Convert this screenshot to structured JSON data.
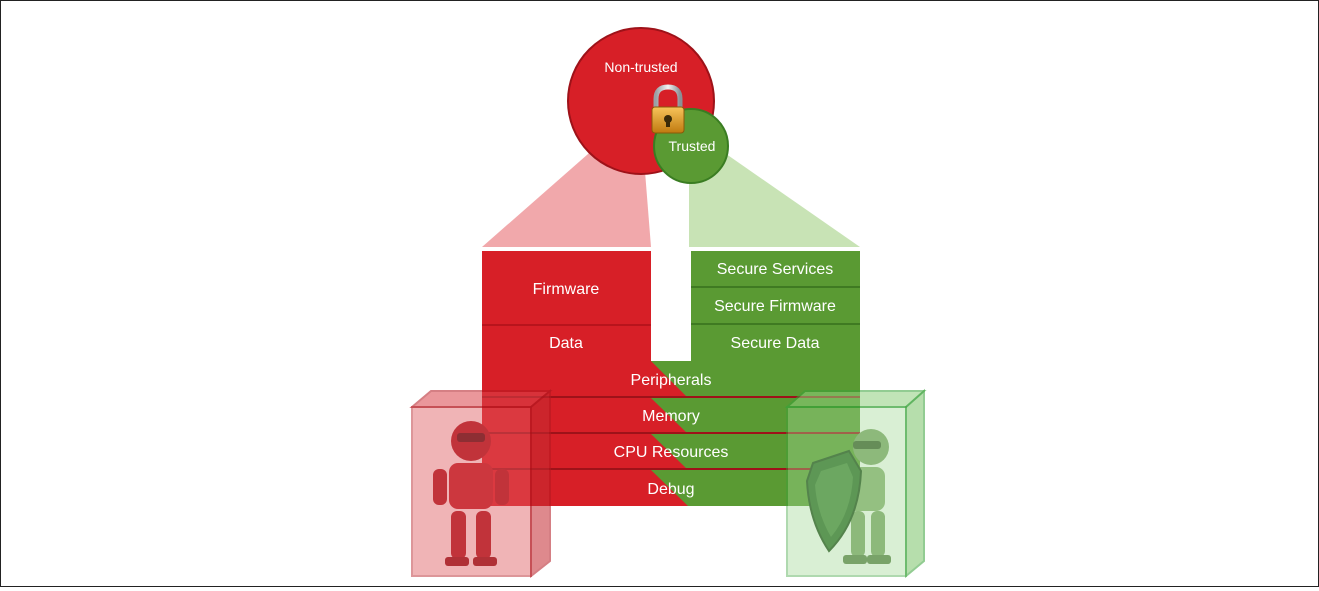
{
  "colors": {
    "red": "#d71f27",
    "red_dark": "#9e1219",
    "red_light": "#ef9fa2",
    "green": "#5a9a33",
    "green_dark": "#3a7d22",
    "green_light": "#b7da9f",
    "divider_red": "#b8141c",
    "divider_green": "#3f7a22"
  },
  "domains": {
    "non_trusted": "Non-trusted",
    "trusted": "Trusted"
  },
  "icons": {
    "lock": "padlock-icon",
    "left_figure": "robot-attacker-icon",
    "right_figure": "robot-shield-icon"
  },
  "left_stack": {
    "firmware": "Firmware",
    "data": "Data"
  },
  "right_stack": {
    "secure_services": "Secure Services",
    "secure_firmware": "Secure Firmware",
    "secure_data": "Secure Data"
  },
  "shared_resources": {
    "peripherals": "Peripherals",
    "memory": "Memory",
    "cpu_resources": "CPU Resources",
    "debug": "Debug"
  }
}
